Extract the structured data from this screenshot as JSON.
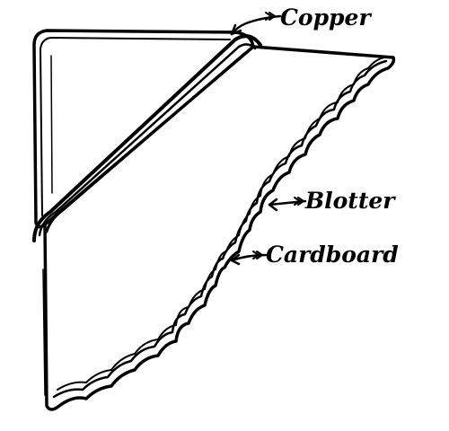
{
  "labels": {
    "copper": "Copper",
    "blotter": "Blotter",
    "cardboard": "Cardboard"
  },
  "colors": {
    "ink": "#000000",
    "paper": "#ffffff"
  },
  "icons": {
    "pointer": "arrow-icon"
  }
}
